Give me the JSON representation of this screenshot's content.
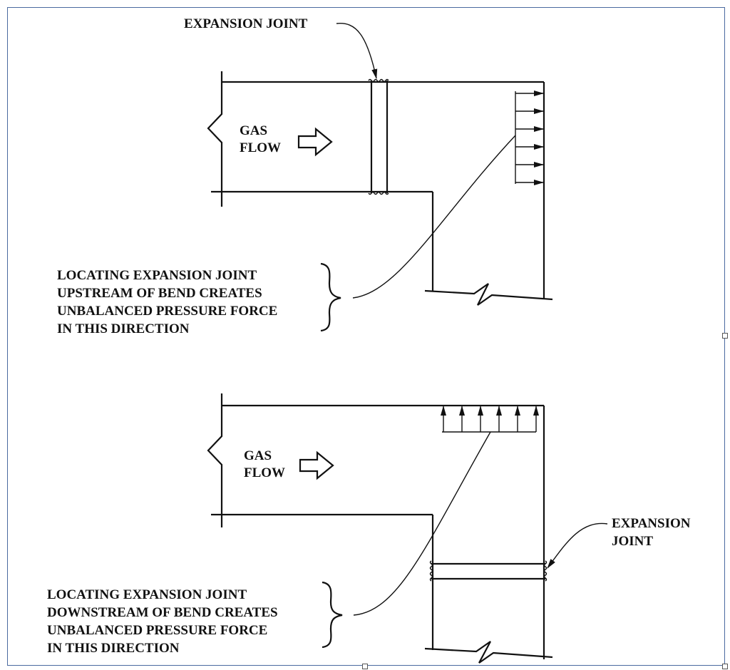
{
  "top_diagram": {
    "expansion_joint_label": "EXPANSION JOINT",
    "gas_flow_line1": "GAS",
    "gas_flow_line2": "FLOW",
    "note_lines": [
      "LOCATING EXPANSION JOINT",
      "UPSTREAM OF BEND CREATES",
      "UNBALANCED PRESSURE FORCE",
      "IN THIS DIRECTION"
    ]
  },
  "bottom_diagram": {
    "expansion_joint_line1": "EXPANSION",
    "expansion_joint_line2": "JOINT",
    "gas_flow_line1": "GAS",
    "gas_flow_line2": "FLOW",
    "note_lines": [
      "LOCATING EXPANSION JOINT",
      "DOWNSTREAM OF BEND CREATES",
      "UNBALANCED PRESSURE FORCE",
      "IN THIS DIRECTION"
    ]
  },
  "colors": {
    "frame_border": "#4a6aa0",
    "line": "#111111"
  }
}
